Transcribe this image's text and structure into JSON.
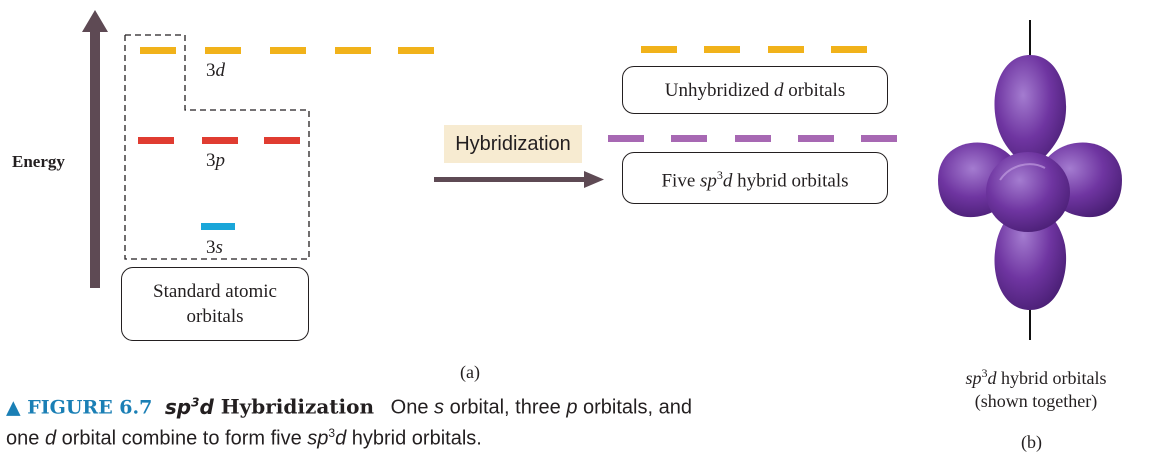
{
  "diagram": {
    "energy_label": "Energy",
    "orbital_3d_label": "3d",
    "orbital_3p_label": "3p",
    "orbital_3s_label": "3s",
    "standard_box": "Standard atomic orbitals",
    "unhybridized_box": "Unhybridized d orbitals",
    "hybrid_box": "Five sp3d hybrid orbitals",
    "hybridization_tag": "Hybridization",
    "panel_a_label": "(a)",
    "panel_b_label": "(b)",
    "hybrid_caption_line1": "sp3d hybrid orbitals",
    "hybrid_caption_line2": "(shown together)",
    "colors": {
      "d_orbital": "#f1b21a",
      "p_orbital": "#e03c31",
      "s_orbital": "#1aa6d9",
      "hybrid_orbital": "#a768b3",
      "arrow": "#5e4a54",
      "lobe": "#6f35a1"
    }
  },
  "caption": {
    "figure_number": "▲ FIGURE 6.7",
    "title": "sp3d Hybridization",
    "text": "One s orbital, three p orbitals, and one d orbital combine to form five sp3d hybrid orbitals."
  }
}
